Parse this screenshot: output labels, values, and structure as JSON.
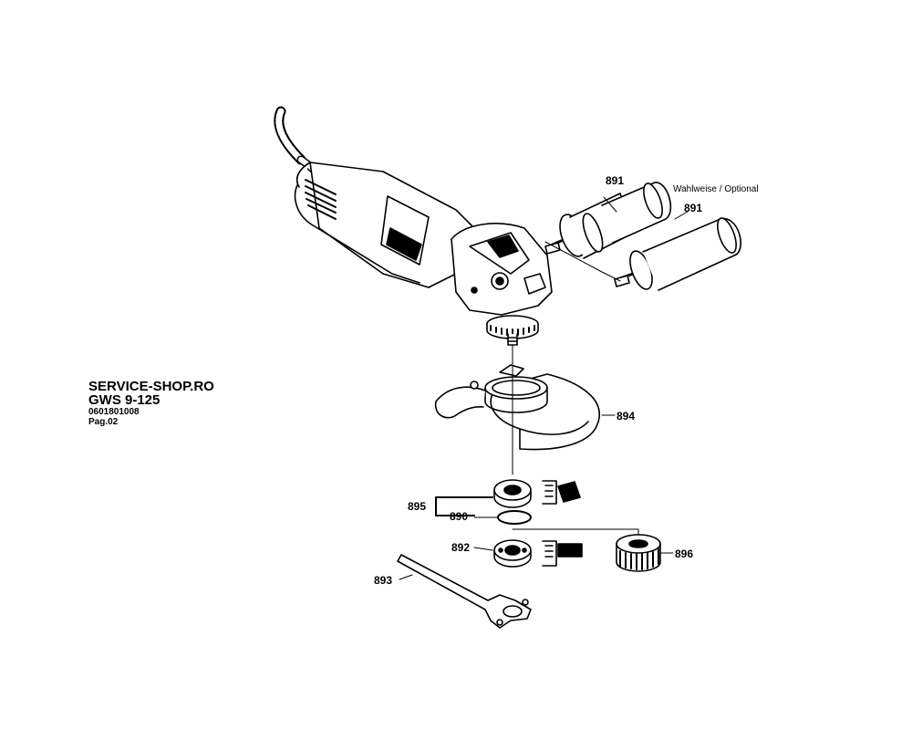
{
  "header": {
    "shop": "SERVICE-SHOP.RO",
    "model": "GWS 9-125",
    "part_number": "0601801008",
    "page": "Pag.02"
  },
  "parts": [
    {
      "id": "p891a",
      "number": "891"
    },
    {
      "id": "p891b",
      "number": "891"
    },
    {
      "id": "p894",
      "number": "894"
    },
    {
      "id": "p895",
      "number": "895"
    },
    {
      "id": "p890",
      "number": "890"
    },
    {
      "id": "p892",
      "number": "892"
    },
    {
      "id": "p893",
      "number": "893"
    },
    {
      "id": "p896",
      "number": "896"
    }
  ],
  "notes": {
    "optional": "Wahlweise / Optional"
  }
}
